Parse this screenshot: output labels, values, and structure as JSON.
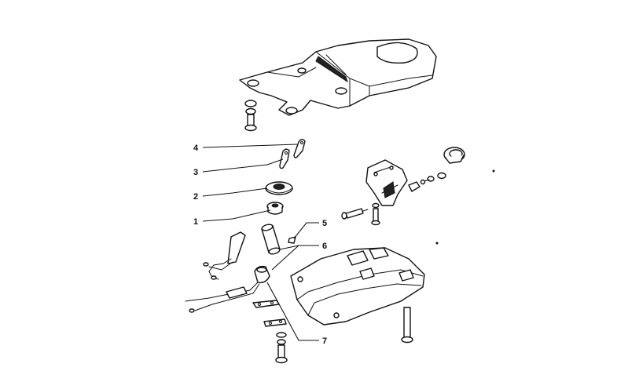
{
  "callouts": {
    "n1": "1",
    "n2": "2",
    "n3": "3",
    "n4": "4",
    "n5": "5",
    "n6": "6",
    "n7": "7"
  },
  "colors": {
    "line": "#111111",
    "background": "#ffffff"
  }
}
